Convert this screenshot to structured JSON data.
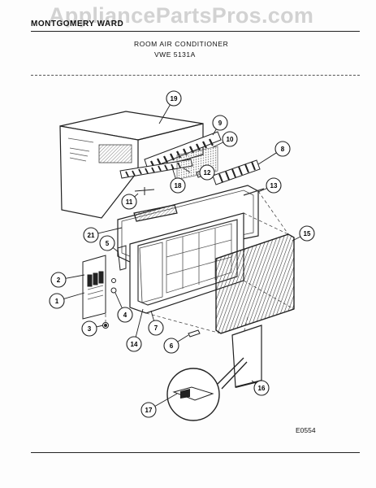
{
  "watermark": "AppliancePartsPros.com",
  "header": {
    "brand": "MONTGOMERY WARD",
    "title": "ROOM AIR CONDITIONER",
    "model": "VWE 5131A"
  },
  "drawing_code": "E0554",
  "callouts": [
    {
      "label": "1"
    },
    {
      "label": "2"
    },
    {
      "label": "3"
    },
    {
      "label": "4"
    },
    {
      "label": "5"
    },
    {
      "label": "6"
    },
    {
      "label": "7"
    },
    {
      "label": "8"
    },
    {
      "label": "9"
    },
    {
      "label": "10"
    },
    {
      "label": "11"
    },
    {
      "label": "12"
    },
    {
      "label": "13"
    },
    {
      "label": "14"
    },
    {
      "label": "15"
    },
    {
      "label": "16"
    },
    {
      "label": "17"
    },
    {
      "label": "18"
    },
    {
      "label": "19"
    },
    {
      "label": "21"
    }
  ]
}
